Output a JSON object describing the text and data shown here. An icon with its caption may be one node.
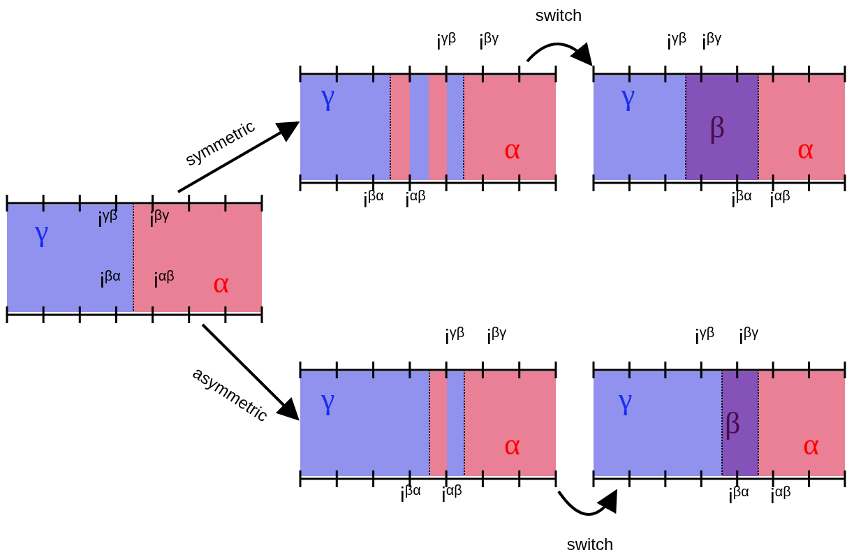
{
  "diagram": {
    "nodes": [
      {
        "text": [
          "γ",
          "α"
        ]
      },
      {
        "text": [
          "γ",
          "α"
        ],
        "beside": [
          "i$^{γβ}$",
          "i$^{βγ}$",
          "i$^{βα}$",
          "i$^{αβ}$"
        ]
      },
      {
        "text": [
          "γ",
          "β",
          "α"
        ],
        "beside": [
          "i$^{γβ}$",
          "i$^{βγ}$",
          "i$^{βα}$",
          "i$^{αβ}$"
        ]
      },
      {
        "text": [
          "γ",
          "α"
        ],
        "beside": [
          "i$^{γβ}$",
          "i$^{βγ}$",
          "i$^{βα}$",
          "i$^{αβ}$"
        ]
      },
      {
        "text": [
          "γ",
          "β",
          "α"
        ],
        "beside": [
          "i$^{γβ}$",
          "i$^{βγ}$",
          "i$^{βα}$",
          "i$^{αβ}$"
        ]
      }
    ],
    "edges": [
      {
        "from": 0,
        "to": 1,
        "arrow": "to",
        "label": "symmetric"
      },
      {
        "from": 0,
        "to": 3,
        "arrow": "to",
        "label": "asymmetric"
      },
      {
        "from": 1,
        "to": 2,
        "arrow": "to",
        "label": "switch"
      },
      {
        "from": 3,
        "to": 4,
        "arrow": "to",
        "label": "switch"
      }
    ],
    "labels": [
      "i$^{γβ}$",
      "i$^{βγ}$",
      "i$^{βα}$",
      "i$^{αβ}$"
    ]
  }
}
